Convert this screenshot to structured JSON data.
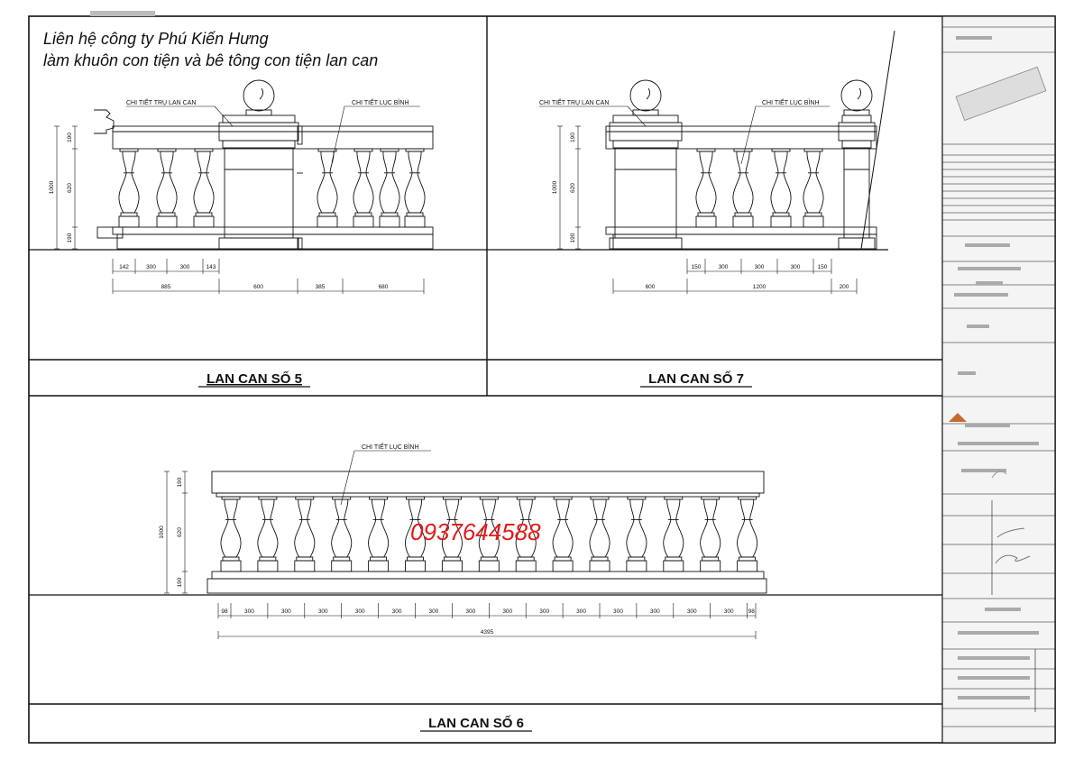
{
  "contact": {
    "line1": "Liên hệ công ty Phú Kiến Hưng",
    "line2": "làm khuôn con tiện và bê tông con tiện lan can"
  },
  "phone": "0937644588",
  "panel5": {
    "title": "LAN CAN SỐ 5",
    "label_post": "CHI TIẾT TRỤ LAN CAN",
    "label_baluster": "CHI TIẾT LỤC BÌNH",
    "h_dims": [
      "190",
      "620",
      "190"
    ],
    "h_total": "1000",
    "row1": [
      "142",
      "300",
      "300",
      "143"
    ],
    "row2": [
      "885",
      "600",
      "385",
      "680"
    ]
  },
  "panel7": {
    "title": "LAN CAN SỐ 7",
    "label_post": "CHI TIẾT TRỤ LAN CAN",
    "label_baluster": "CHI TIẾT LỤC BÌNH",
    "h_dims": [
      "190",
      "620",
      "190"
    ],
    "h_total": "1000",
    "row1": [
      "150",
      "300",
      "300",
      "300",
      "150"
    ],
    "row2": [
      "600",
      "1200",
      "200"
    ]
  },
  "panel6": {
    "title": "LAN CAN SỐ 6",
    "label_baluster": "CHI TIẾT LỤC BÌNH",
    "h_dims": [
      "190",
      "620",
      "190"
    ],
    "h_total": "1000",
    "row1": [
      "98",
      "300",
      "300",
      "300",
      "300",
      "300",
      "300",
      "300",
      "300",
      "300",
      "300",
      "300",
      "300",
      "300",
      "300",
      "98"
    ],
    "total": "4395"
  }
}
